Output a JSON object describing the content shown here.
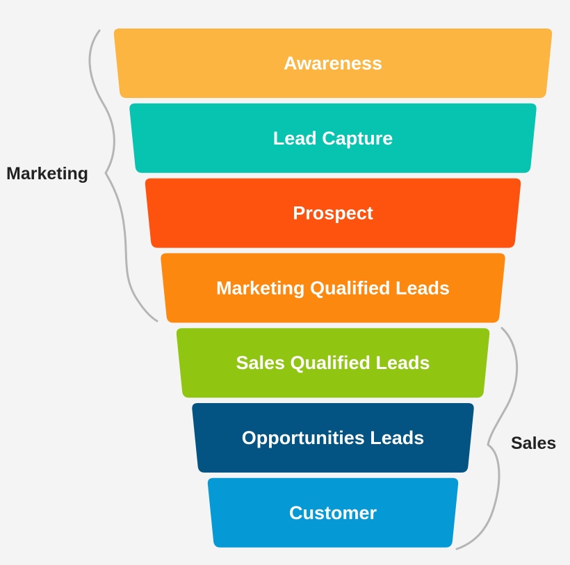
{
  "stages": [
    {
      "label": "Awareness",
      "color": "#fbb540"
    },
    {
      "label": "Lead Capture",
      "color": "#07c4b0"
    },
    {
      "label": "Prospect",
      "color": "#fe530f"
    },
    {
      "label": "Marketing Qualified Leads",
      "color": "#fd880f"
    },
    {
      "label": "Sales Qualified Leads",
      "color": "#90c511"
    },
    {
      "label": "Opportunities Leads",
      "color": "#035482"
    },
    {
      "label": "Customer",
      "color": "#0599d6"
    }
  ],
  "groups": {
    "marketing": {
      "label": "Marketing",
      "stages": [
        "Awareness",
        "Lead Capture",
        "Prospect",
        "Marketing Qualified Leads"
      ]
    },
    "sales": {
      "label": "Sales",
      "stages": [
        "Sales Qualified Leads",
        "Opportunities Leads",
        "Customer"
      ]
    }
  },
  "colors": {
    "background": "#f4f4f4",
    "brace": "#b5b5b5",
    "group_text": "#222222",
    "stage_text": "#ffffff"
  }
}
